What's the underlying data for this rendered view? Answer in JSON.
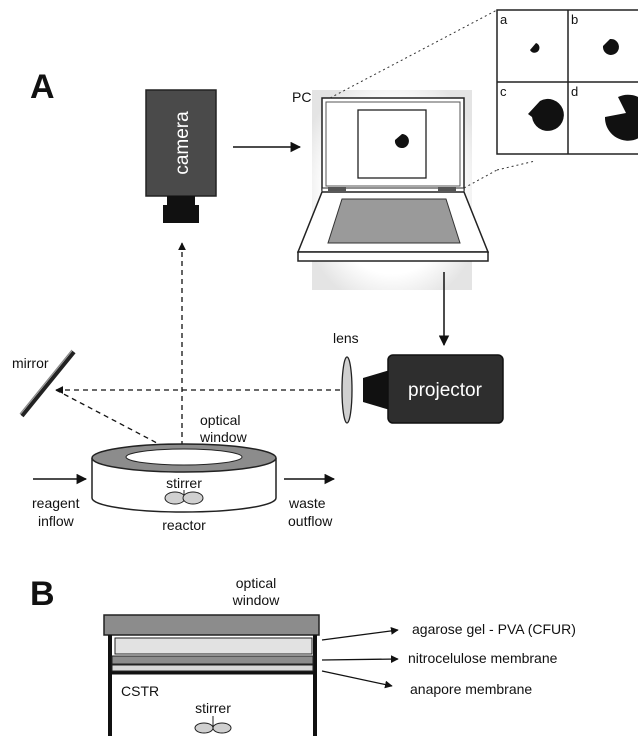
{
  "panel_a": {
    "label": "A",
    "camera_label": "camera",
    "pc_label": "PC",
    "thumbnails": [
      "a",
      "b",
      "c",
      "d"
    ],
    "lens_label": "lens",
    "projector_label": "projector",
    "mirror_label": "mirror",
    "optical_window_line1": "optical",
    "optical_window_line2": "window",
    "stirrer_label": "stirrer",
    "reactor_label": "reactor",
    "reagent_line1": "reagent",
    "reagent_line2": "inflow",
    "waste_line1": "waste",
    "waste_line2": "outflow"
  },
  "panel_b": {
    "label": "B",
    "optical_window_line1": "optical",
    "optical_window_line2": "window",
    "layer_labels": [
      "agarose gel - PVA (CFUR)",
      "nitrocelulose membrane",
      "anapore membrane"
    ],
    "cstr_label": "CSTR",
    "stirrer_label": "stirrer"
  }
}
